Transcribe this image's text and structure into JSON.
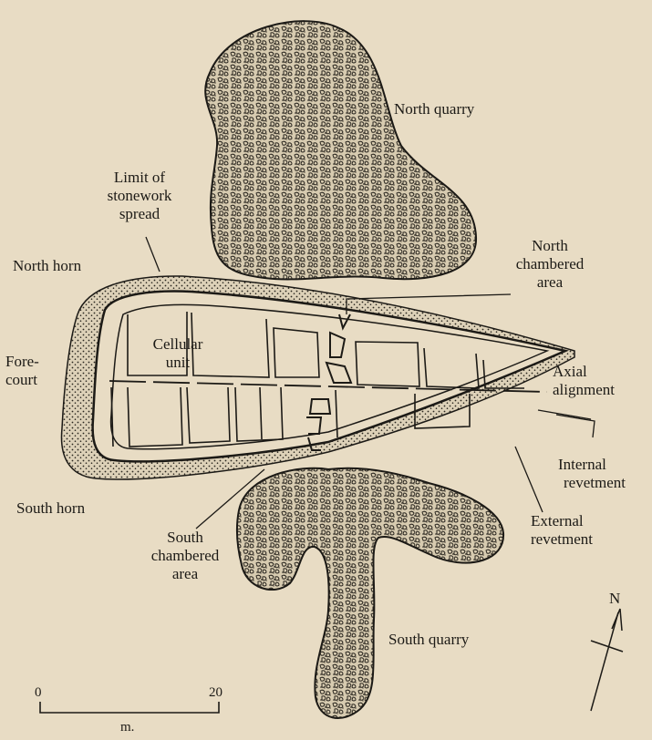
{
  "labels": {
    "north_quarry": "North quarry",
    "limit": [
      "Limit of",
      "stonework",
      "spread"
    ],
    "north_horn": "North horn",
    "north_chambered": [
      "North",
      "chambered",
      "area"
    ],
    "cellular": [
      "Cellular",
      "unit"
    ],
    "forecourt": [
      "Fore-",
      "court"
    ],
    "axial": [
      "Axial",
      "alignment"
    ],
    "internal": [
      "Internal",
      "revetment"
    ],
    "external": [
      "External",
      "revetment"
    ],
    "south_horn": "South horn",
    "south_chambered": [
      "South",
      "chambered",
      "area"
    ],
    "south_quarry": "South quarry",
    "north_arrow": "N"
  },
  "scale_bar": {
    "start": "0",
    "end": "20",
    "unit": "m."
  },
  "colors": {
    "paper": "#e8dcc4",
    "ink": "#1c1a16",
    "stone_fill": "#cfc3a8"
  }
}
